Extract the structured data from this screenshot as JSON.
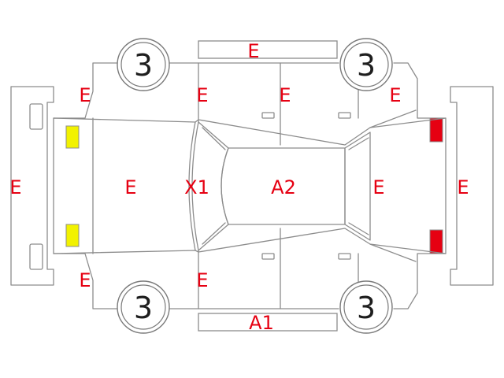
{
  "colors": {
    "code": "#e60012",
    "outline": "#8c8c8c",
    "tire_number": "#1e1e1e",
    "front_lamp": "#f2f200",
    "rear_lamp": "#e60012"
  },
  "tires": {
    "front_left": "3",
    "rear_left": "3",
    "front_right": "3",
    "rear_right": "3"
  },
  "codes": {
    "roof_strip_top": "E",
    "front_fender_top": "E",
    "front_door_top": "E",
    "rear_door_top": "E",
    "rear_fender_top": "E",
    "front_bumper": "E",
    "hood": "E",
    "windshield": "X1",
    "roof": "A2",
    "rear_window": "E",
    "rear_bumper": "E",
    "front_fender_bottom": "E",
    "front_door_bottom": "E",
    "rocker_bottom": "A1"
  }
}
